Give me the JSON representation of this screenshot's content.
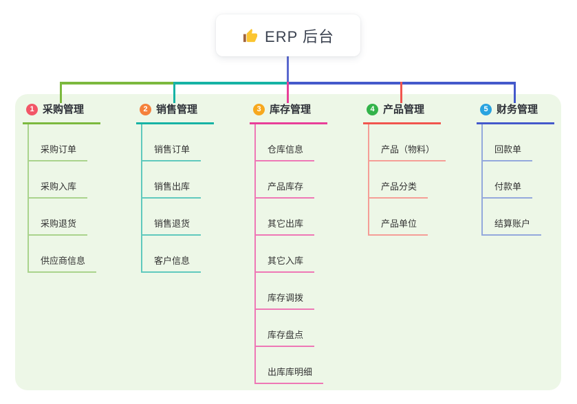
{
  "root": {
    "title": "ERP 后台",
    "icon": "thumbs-up-icon"
  },
  "colors": {
    "panel_bg": "#edf7e7",
    "root_line": "#5a68cf",
    "green": "#7cb93e",
    "teal": "#17b3a5",
    "magenta": "#e83f99",
    "red": "#f1554e",
    "blue": "#4459cb"
  },
  "branches": [
    {
      "index": "1",
      "title": "采购管理",
      "colors": {
        "main": "#7cb93e",
        "light": "#a9d38c",
        "badge": "#f25667"
      },
      "items": [
        "采购订单",
        "采购入库",
        "采购退货",
        "供应商信息"
      ]
    },
    {
      "index": "2",
      "title": "销售管理",
      "colors": {
        "main": "#17b3a5",
        "light": "#5fc9bd",
        "badge": "#f5813b"
      },
      "items": [
        "销售订单",
        "销售出库",
        "销售退货",
        "客户信息"
      ]
    },
    {
      "index": "3",
      "title": "库存管理",
      "colors": {
        "main": "#e83f99",
        "light": "#ee77b5",
        "badge": "#f7a81f"
      },
      "items": [
        "仓库信息",
        "产品库存",
        "其它出库",
        "其它入库",
        "库存调拨",
        "库存盘点",
        "出库库明细"
      ]
    },
    {
      "index": "4",
      "title": "产品管理",
      "colors": {
        "main": "#f1554e",
        "light": "#f59d96",
        "badge": "#33b34a"
      },
      "items": [
        "产品（物料）",
        "产品分类",
        "产品单位"
      ]
    },
    {
      "index": "5",
      "title": "财务管理",
      "colors": {
        "main": "#4459cb",
        "light": "#93a8dc",
        "badge": "#29a3e0"
      },
      "items": [
        "回款单",
        "付款单",
        "结算账户"
      ]
    }
  ]
}
